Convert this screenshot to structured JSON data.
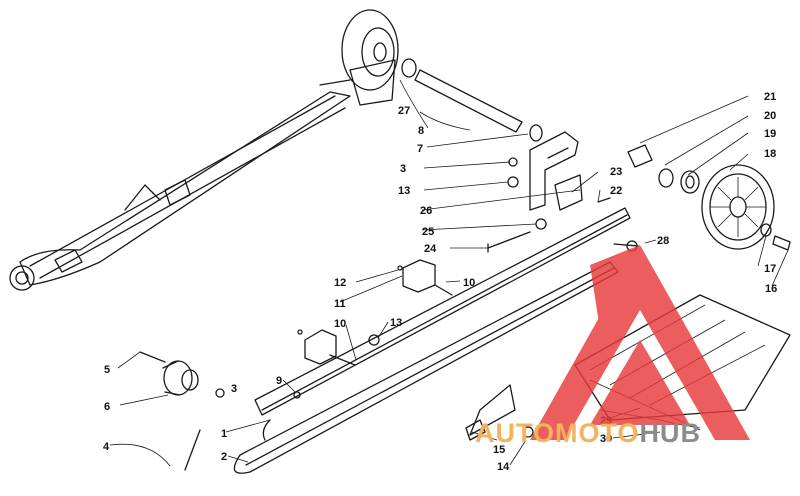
{
  "callouts": [
    {
      "label": "1"
    },
    {
      "label": "2"
    },
    {
      "label": "3"
    },
    {
      "label": "3"
    },
    {
      "label": "4"
    },
    {
      "label": "5"
    },
    {
      "label": "6"
    },
    {
      "label": "7"
    },
    {
      "label": "8"
    },
    {
      "label": "9"
    },
    {
      "label": "10"
    },
    {
      "label": "10"
    },
    {
      "label": "11"
    },
    {
      "label": "12"
    },
    {
      "label": "13"
    },
    {
      "label": "13"
    },
    {
      "label": "14"
    },
    {
      "label": "15"
    },
    {
      "label": "16"
    },
    {
      "label": "17"
    },
    {
      "label": "18"
    },
    {
      "label": "19"
    },
    {
      "label": "20"
    },
    {
      "label": "21"
    },
    {
      "label": "22"
    },
    {
      "label": "23"
    },
    {
      "label": "24"
    },
    {
      "label": "25"
    },
    {
      "label": "26"
    },
    {
      "label": "27"
    },
    {
      "label": "28"
    },
    {
      "label": "29"
    },
    {
      "label": "30"
    }
  ],
  "watermark": {
    "part1": "AUTO",
    "part2": "MOTO",
    "part3": "HUB",
    "color1": "#f2b35c",
    "color2": "#8c8c8c",
    "logo_color": "#e83a3a"
  }
}
